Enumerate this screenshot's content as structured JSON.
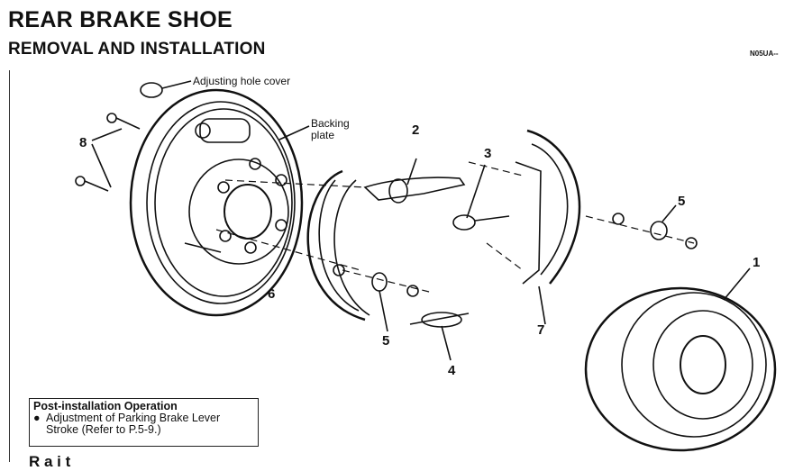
{
  "header": {
    "title": "REAR BRAKE SHOE",
    "subtitle": "REMOVAL AND INSTALLATION",
    "figure_code": "N05UA--"
  },
  "figure": {
    "labels": {
      "adjusting_hole_cover": "Adjusting hole cover",
      "backing_plate_1": "Backing",
      "backing_plate_2": "plate"
    },
    "part_numbers": {
      "drum": "1",
      "adjuster": "2",
      "spring_small": "3",
      "spring_lower": "4",
      "hold_down_left": "5",
      "hold_down_right": "5",
      "shoe_left": "6",
      "shoe_right": "7",
      "bolts": "8"
    }
  },
  "note": {
    "heading": "Post-installation Operation",
    "bullet": "●",
    "item_line1": "Adjustment of Parking Brake Lever",
    "item_line2": "Stroke (Refer to P.5-9.)"
  },
  "footer": {
    "cut_text": "R  a  i  t"
  }
}
